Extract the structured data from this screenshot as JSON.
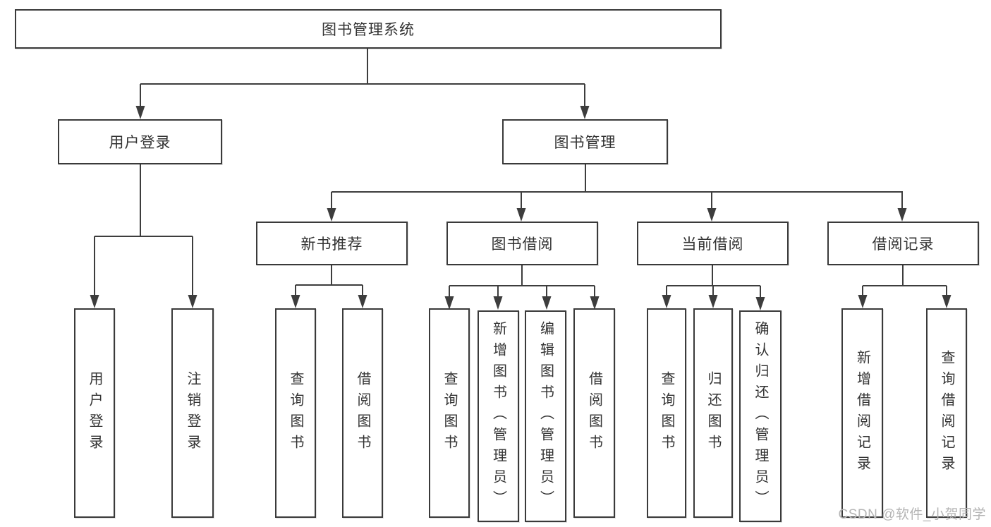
{
  "tree": {
    "root": {
      "label": "图书管理系统",
      "children": [
        {
          "label": "用户登录",
          "children": [
            {
              "label": "用户登录"
            },
            {
              "label": "注销登录"
            }
          ]
        },
        {
          "label": "图书管理",
          "children": [
            {
              "label": "新书推荐",
              "children": [
                {
                  "label": "查询图书"
                },
                {
                  "label": "借阅图书"
                }
              ]
            },
            {
              "label": "图书借阅",
              "children": [
                {
                  "label": "查询图书"
                },
                {
                  "label": "新增图书（管理员）"
                },
                {
                  "label": "编辑图书（管理员）"
                },
                {
                  "label": "借阅图书"
                }
              ]
            },
            {
              "label": "当前借阅",
              "children": [
                {
                  "label": "查询图书"
                },
                {
                  "label": "归还图书"
                },
                {
                  "label": "确认归还（管理员）"
                }
              ]
            },
            {
              "label": "借阅记录",
              "children": [
                {
                  "label": "新增借阅记录"
                },
                {
                  "label": "查询借阅记录"
                }
              ]
            }
          ]
        }
      ]
    }
  },
  "watermark": "CSDN @软件_小贺同学",
  "style": {
    "line_color": "#3d3d3d",
    "border_color": "#3a3a3a",
    "text_color": "#333333",
    "watermark_color": "#b4b4b4",
    "background_color": "#ffffff"
  }
}
